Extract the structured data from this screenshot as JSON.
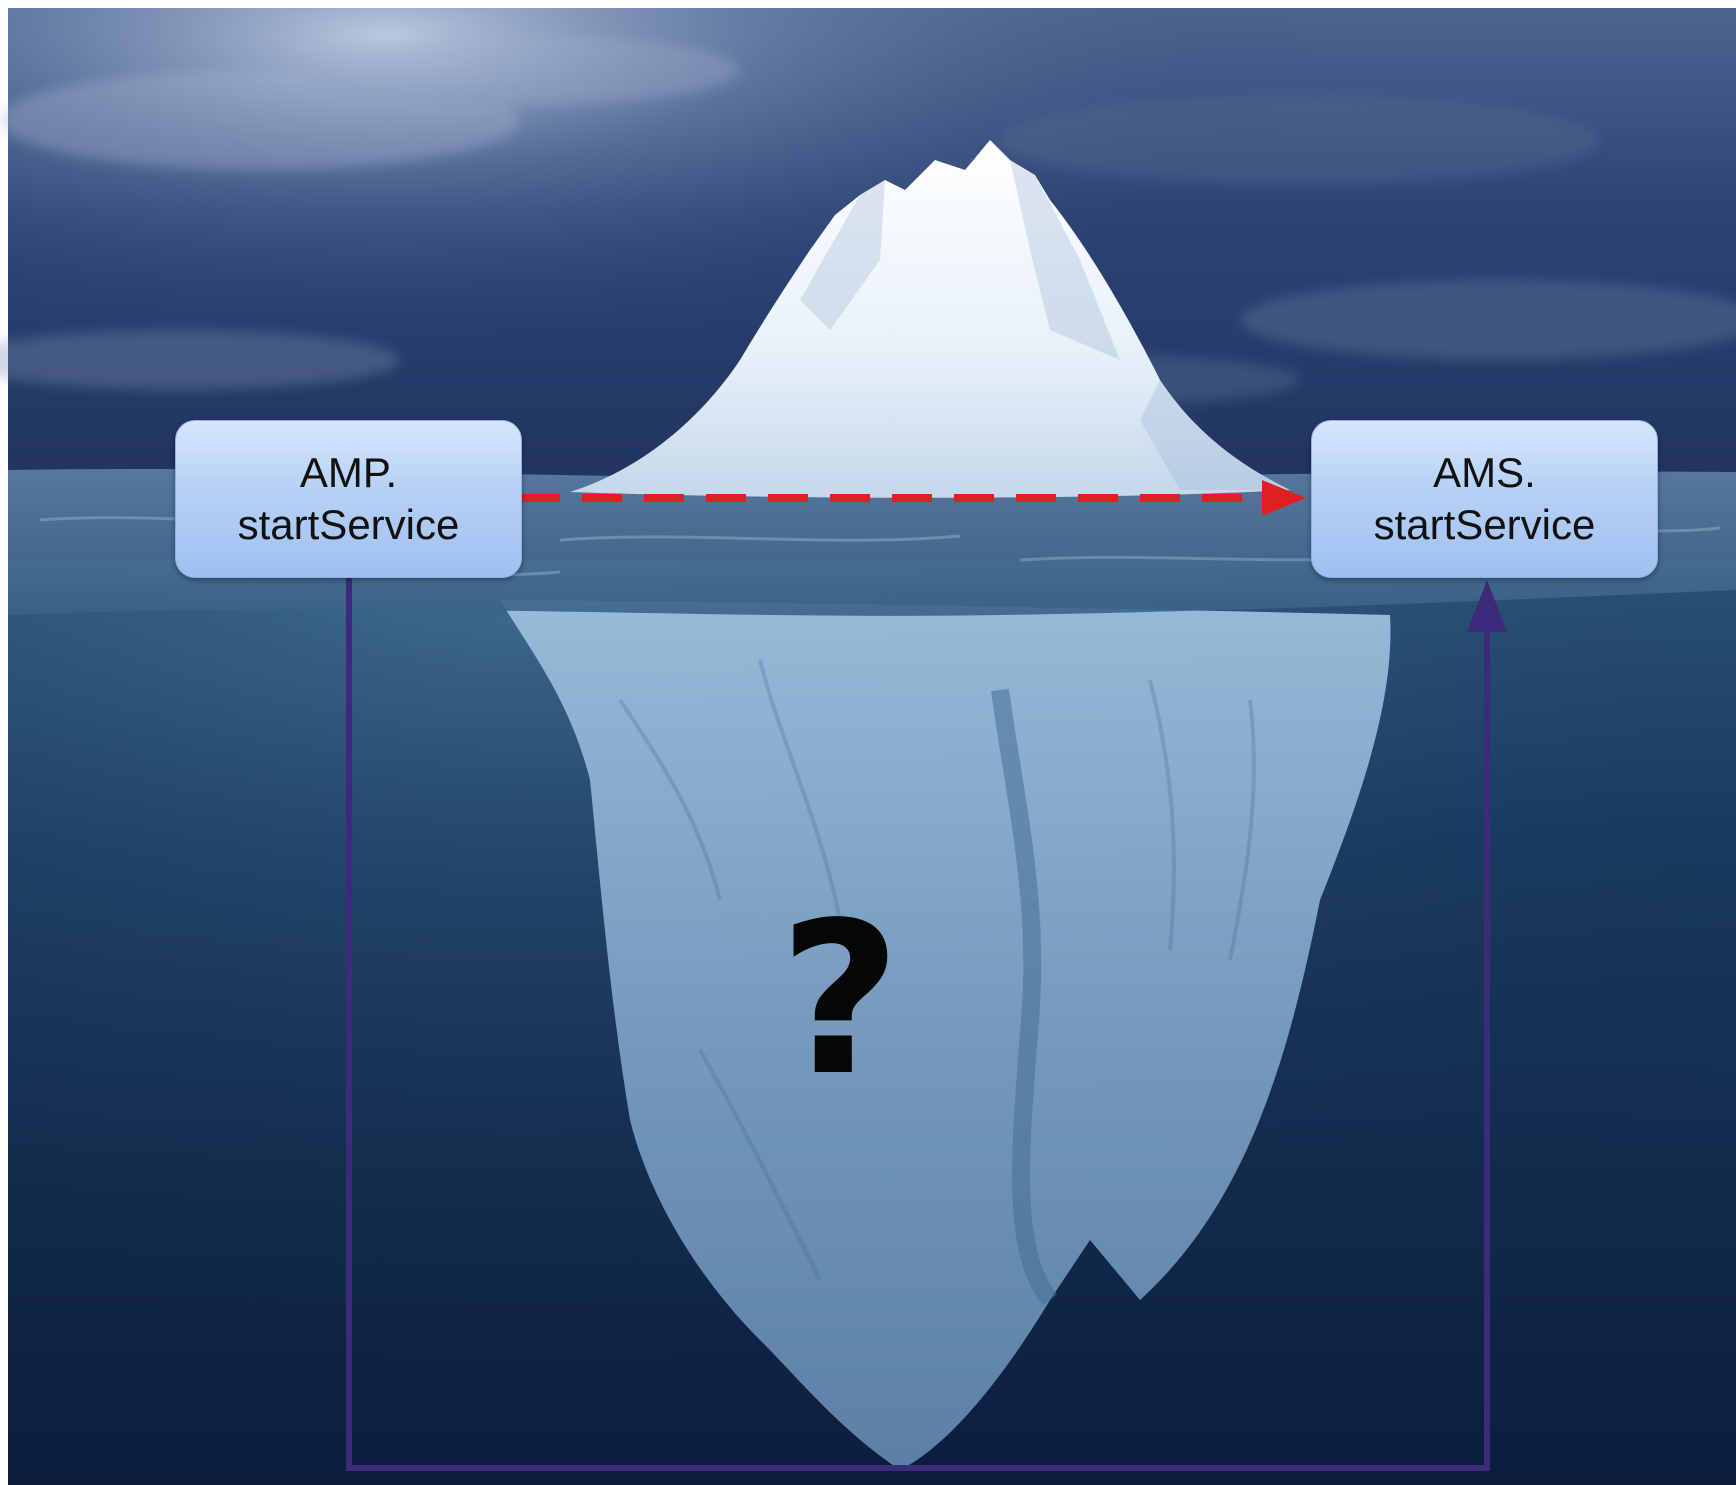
{
  "nodes": {
    "amp": {
      "line1": "AMP.",
      "line2": "startService"
    },
    "ams": {
      "line1": "AMS.",
      "line2": "startService"
    }
  },
  "hidden_label": "?",
  "connectors": {
    "surface_call": {
      "style": "dashed",
      "color": "#e02020"
    },
    "hidden_path": {
      "style": "solid",
      "color": "#3d2a7a"
    }
  },
  "colors": {
    "sky_top": "#1a2a4f",
    "sea_deep": "#0d213f",
    "ice": "#e8f1fa",
    "ice_underwater": "#7fa5c8"
  },
  "illustration": "iceberg"
}
